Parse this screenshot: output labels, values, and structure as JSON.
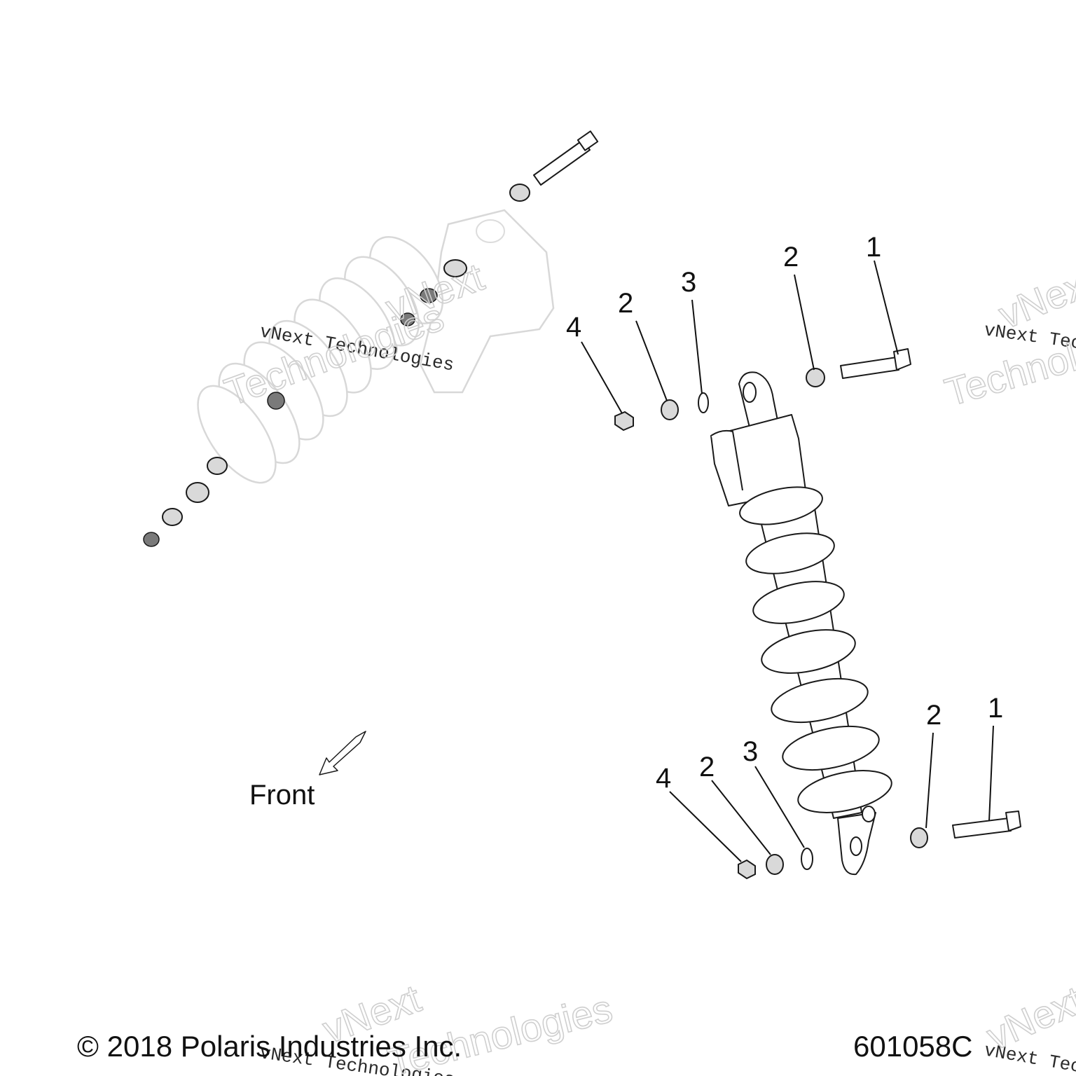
{
  "callouts": {
    "upper": [
      "1",
      "2",
      "3",
      "4",
      "2"
    ],
    "lower": [
      "1",
      "2",
      "3",
      "4",
      "2"
    ]
  },
  "front_label": "Front",
  "copyright": "© 2018 Polaris Industries Inc.",
  "diagram_number": "601058C",
  "watermark": {
    "line1": "vNext Technologies",
    "outline_1": "vNext",
    "outline_2": "Technologies"
  }
}
